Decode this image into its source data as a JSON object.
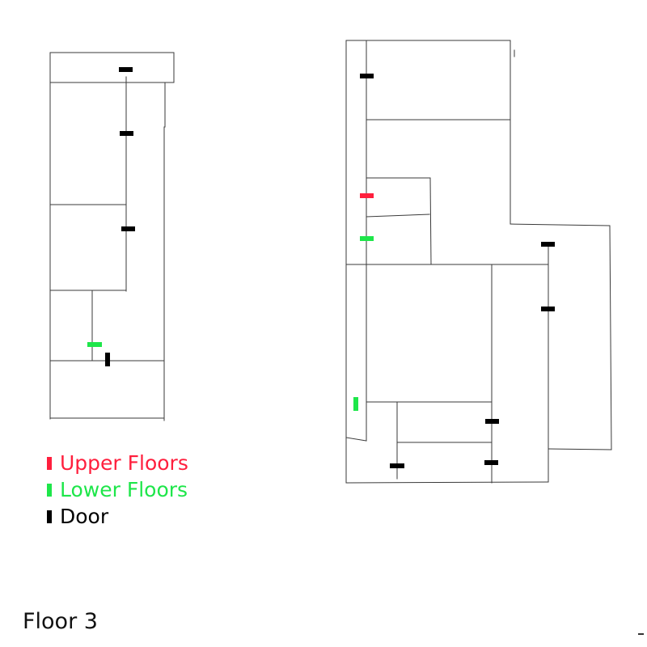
{
  "colors": {
    "upper": "#ff1f3d",
    "lower": "#1ee64a",
    "door": "#000000",
    "wall": "#3a3a3a"
  },
  "legend": {
    "upper_label": "Upper Floors",
    "lower_label": "Lower Floors",
    "door_label": "Door"
  },
  "floor_label": "Floor 3"
}
